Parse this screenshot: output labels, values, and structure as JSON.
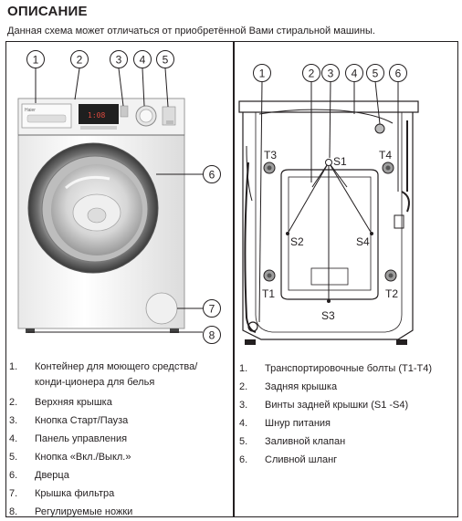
{
  "header": {
    "title": "ОПИСАНИЕ",
    "subtitle": "Данная схема может отличаться от приобретённой Вами стиральной машины."
  },
  "front_view": {
    "brand": "Haier",
    "display": "1:08",
    "callouts": [
      "1",
      "2",
      "3",
      "4",
      "5",
      "6",
      "7",
      "8"
    ],
    "legend": [
      {
        "num": "1.",
        "text": "Контейнер для моющего средства/ конди-ционера для белья"
      },
      {
        "num": "2.",
        "text": "Верхняя крышка"
      },
      {
        "num": "3.",
        "text": "Кнопка Старт/Пауза"
      },
      {
        "num": "4.",
        "text": "Панель управления"
      },
      {
        "num": "5.",
        "text": "Кнопка «Вкл./Выкл.»"
      },
      {
        "num": "6.",
        "text": "Дверца"
      },
      {
        "num": "7.",
        "text": "Крышка фильтра"
      },
      {
        "num": "8.",
        "text": "Регулируемые ножки"
      }
    ]
  },
  "back_view": {
    "callouts": [
      "1",
      "2",
      "3",
      "4",
      "5",
      "6"
    ],
    "bolt_labels": {
      "t1": "T1",
      "t2": "T2",
      "t3": "T3",
      "t4": "T4"
    },
    "screw_labels": {
      "s1": "S1",
      "s2": "S2",
      "s3": "S3",
      "s4": "S4"
    },
    "legend": [
      {
        "num": "1.",
        "text": "Транспортировочные болты (T1-T4)"
      },
      {
        "num": "2.",
        "text": "Задняя крышка"
      },
      {
        "num": "3.",
        "text": "Винты задней крышки (S1 -S4)"
      },
      {
        "num": "4.",
        "text": "Шнур питания"
      },
      {
        "num": "5.",
        "text": "Заливной клапан"
      },
      {
        "num": "6.",
        "text": "Сливной шланг"
      }
    ]
  }
}
